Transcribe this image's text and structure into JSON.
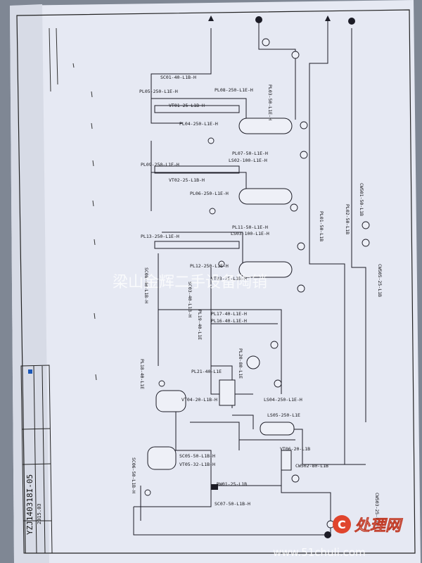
{
  "watermark": {
    "center_text": "梁山金辉二手设备陶销",
    "site_logo": "处理网",
    "site_url": "www.51chuli.com"
  },
  "drawing": {
    "number": "YZJ140318I-05",
    "date": "2015.03"
  },
  "pipe_labels": [
    "SC01-40-L1B-H",
    "PL05-250-L1E-H",
    "PL08-250-L1E-H",
    "VT01-25-L1B-H",
    "PL04-250-L1E-H",
    "PL03-50-L1E-H",
    "PL07-50-L1E-H",
    "LS02-100-L1E-H",
    "PL09-250-L1E-H",
    "VT02-25-L1B-H",
    "PL06-250-L1E-H",
    "PL11-50-L1E-H",
    "LS03-100-L1E-H",
    "PL13-250-L1E-H",
    "PL12-250-L1E-H",
    "VT03-25-L1B-H",
    "SC03-40-L1B-H",
    "PL17-40-L1E-H",
    "PL16-40-L1E-H",
    "PL20-80-L1E",
    "PL21-40-L1E",
    "VT04-20-L1B-H",
    "LS04-250-L1E-H",
    "LS05-250-L1E",
    "SC05-50-L1B-H",
    "VT05-32-L1B-H",
    "SC06-50-L1B-H",
    "VT06-20-L1B",
    "CW502-80-L1B",
    "RW01-25-L1B",
    "SC07-50-L1B-H",
    "PL01-50-L1B",
    "PL02-50-L1B",
    "CW501-50-L1B",
    "CW505-25-L1B",
    "CW503-25-L1B",
    "SC08-40-L1B-H",
    "PL18-40-L1E",
    "PL19-40-L1E"
  ]
}
